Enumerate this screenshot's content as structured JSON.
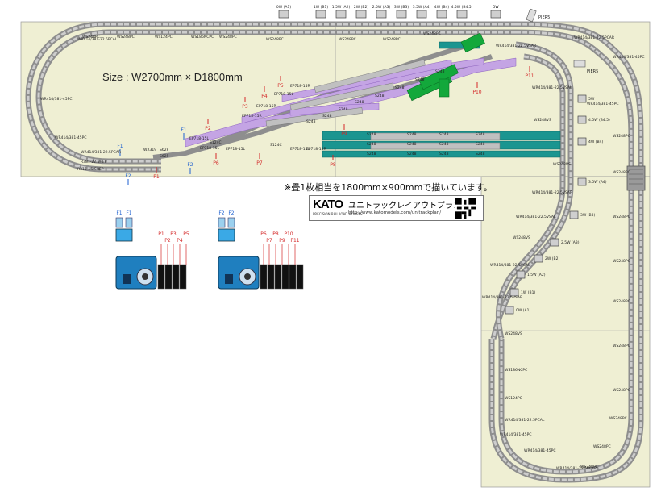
{
  "size_label": "Size : W2700mm × D1800mm",
  "note": "※畳1枚相当を1800mm×900mmで描いています。",
  "kato": {
    "logo": "KATO",
    "subline": "PRECISION RAILROAD MODELS",
    "title": "ユニトラックレイアウトプラン",
    "url": "http://www.katomodels.com/unitrackplan/"
  },
  "colors": {
    "board": "#efefd3",
    "track": "#a4a4a4",
    "track_dark": "#6f6f6f",
    "purple": "#c4a4e4",
    "teal": "#1b9590",
    "green": "#13a83b",
    "feeder_blue": "#1c5fd0",
    "feeder_red": "#d42828"
  },
  "top_bumpers": [
    "0W (A1)",
    "1W (B1)",
    "1.5W (A2)",
    "2W (B2)",
    "2.5W (A3)",
    "3W (B3)",
    "3.5W (A4)",
    "4W (B4)",
    "4.5W (B4.5)",
    "5W"
  ],
  "piers": [
    "PIER5",
    "PIER5"
  ],
  "feeders_blue": [
    "F1",
    "F2",
    "F1",
    "F2"
  ],
  "feeders_red": [
    "P1",
    "P2",
    "P3",
    "P4",
    "P5",
    "P6",
    "P7",
    "P8",
    "P9",
    "P10",
    "P11"
  ],
  "track_labels": {
    "left_loop": [
      "WR414/381-22.5PCAL",
      "WR414/381-45PC",
      "WR414/381-45PC",
      "WR414/381-22.5PCAR",
      "R381-22.5HEP",
      "R315-15-SHEP"
    ],
    "top_run": [
      "WS248PC",
      "WS248PC",
      "WS124PC",
      "WS186NCPC",
      "WS248PC",
      "WS248PC",
      "WS248PC",
      "WS248PC",
      "WS248PC"
    ],
    "right_top": [
      "WR414/381-22.5VSAR",
      "WR414/381-22.5PCAR",
      "WR414/381-45PC",
      "WR414/381-45PC",
      "WR414/381-22.5VSAL",
      "WS248VS",
      "WS248VS",
      "WR414/381-22.5VSAR",
      "WR414/381-22.5VSAL",
      "WS248VS",
      "WR414/381-22.5VSAL",
      "WR414/381-22.5VSAR",
      "WS248VS",
      "WS186NCPC",
      "WS124PC",
      "WR414/381-22.5PCAL",
      "WR414/381-45PC",
      "WR414/381-45PC",
      "WR414/381-22.5PCAR"
    ],
    "right_outer": [
      "WS248PC",
      "WS248PC",
      "WS248PC",
      "WS248PC",
      "WS248PC",
      "WS248PC",
      "WS248PC",
      "WS248PC",
      "WS248PC",
      "WS248PC"
    ],
    "yard": [
      "S248",
      "S248",
      "S248",
      "S248",
      "S248",
      "S248",
      "S248",
      "S248",
      "S248",
      "S248",
      "S248",
      "S248",
      "S248",
      "S248",
      "S248",
      "S248",
      "S248",
      "S248",
      "S248",
      "S248",
      "EP718-15L",
      "EP718-15L",
      "EP718-15R",
      "EP718-15R",
      "EP718-15L",
      "EP718-15R",
      "EP718-15L",
      "EP718-15L",
      "EP718-15R",
      "S124C",
      "S124C",
      "WX319",
      "S62F",
      "S62F"
    ],
    "right_bumpers": [
      "5W",
      "4.5W (B4.5)",
      "4W (B4)",
      "3.5W (A4)",
      "3W (B3)",
      "2.5W (A3)",
      "2W (B2)",
      "1.5W (A2)",
      "1W (B1)",
      "0W (A1)"
    ]
  }
}
